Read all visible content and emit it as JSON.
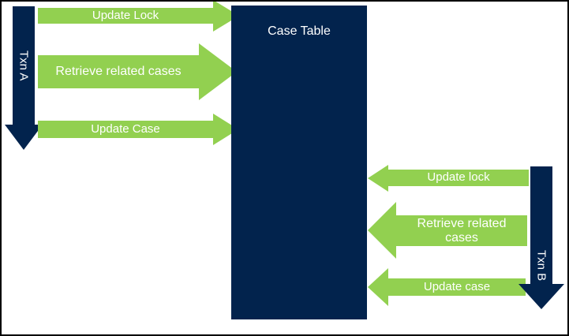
{
  "colors": {
    "navy": "#02234d",
    "green": "#92d050",
    "label_text": "#ffffff",
    "background": "#ffffff",
    "border": "#000000"
  },
  "case_table": {
    "title": "Case Table"
  },
  "txn_a": {
    "label": "Txn A",
    "arrows": [
      {
        "label": "Update Lock"
      },
      {
        "label": "Retrieve related cases"
      },
      {
        "label": "Update Case"
      }
    ]
  },
  "txn_b": {
    "label": "Txn B",
    "arrows": [
      {
        "label": "Update lock"
      },
      {
        "label": "Retrieve related cases"
      },
      {
        "label": "Update case"
      }
    ]
  }
}
